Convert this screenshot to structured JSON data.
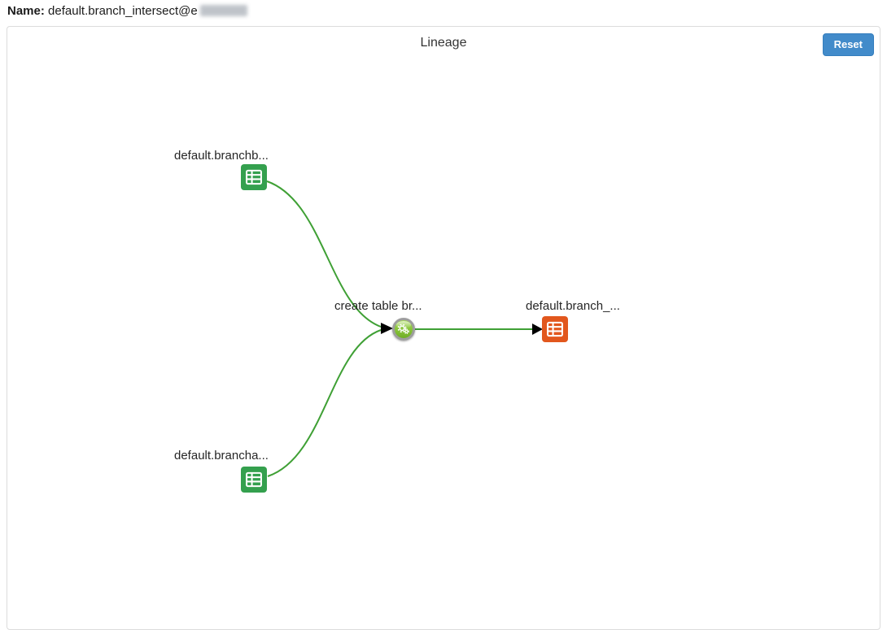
{
  "header": {
    "name_label": "Name:",
    "name_value": "default.branch_intersect@e",
    "value_redacted_suffix": true
  },
  "panel": {
    "title": "Lineage",
    "reset_button": "Reset"
  },
  "graph": {
    "nodes": [
      {
        "id": "branchb",
        "label": "default.branchb...",
        "type": "table",
        "icon": "table-icon",
        "color": "#34a04e"
      },
      {
        "id": "brancha",
        "label": "default.brancha...",
        "type": "table",
        "icon": "table-icon",
        "color": "#34a04e"
      },
      {
        "id": "process",
        "label": "create table br...",
        "type": "process",
        "icon": "gears-icon",
        "color": "#8cc63e"
      },
      {
        "id": "branch-out",
        "label": "default.branch_...",
        "type": "table",
        "icon": "table-icon",
        "color": "#e2571d"
      }
    ],
    "edges": [
      {
        "from": "default.branchb...",
        "to": "create table br..."
      },
      {
        "from": "default.brancha...",
        "to": "create table br..."
      },
      {
        "from": "create table br...",
        "to": "default.branch_..."
      }
    ],
    "edge_color": "#3fa035",
    "arrow_color": "#000000"
  },
  "colors": {
    "reset_button_bg": "#428bca",
    "reset_button_border": "#357ebd",
    "panel_border": "#dcdcdc",
    "table_green": "#34a04e",
    "table_orange": "#e2571d",
    "edge_green": "#3fa035"
  }
}
